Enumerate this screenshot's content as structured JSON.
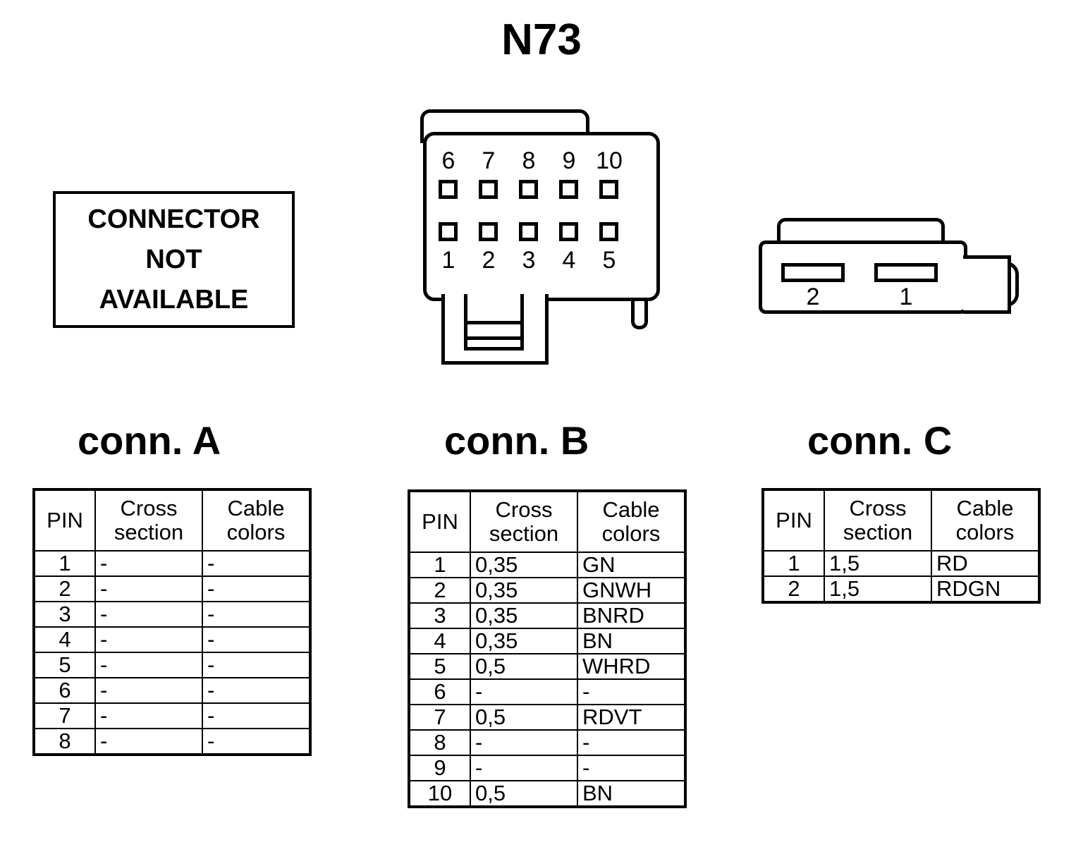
{
  "page": {
    "title": "N73"
  },
  "connector_not_available": {
    "lines": [
      "CONNECTOR",
      "NOT",
      "AVAILABLE"
    ]
  },
  "connector_b_drawing": {
    "top_row_labels": [
      "6",
      "7",
      "8",
      "9",
      "10"
    ],
    "bottom_row_labels": [
      "1",
      "2",
      "3",
      "4",
      "5"
    ],
    "pin_count": 10
  },
  "connector_c_drawing": {
    "slot_labels": [
      "2",
      "1"
    ]
  },
  "headings": {
    "a": "conn. A",
    "b": "conn. B",
    "c": "conn. C"
  },
  "table_headers": {
    "pin": "PIN",
    "cross_section_l1": "Cross",
    "cross_section_l2": "section",
    "cable_colors_l1": "Cable",
    "cable_colors_l2": "colors"
  },
  "tables": {
    "conn_a": {
      "rows": [
        {
          "pin": "1",
          "cross_section": "-",
          "cable_colors": "-"
        },
        {
          "pin": "2",
          "cross_section": "-",
          "cable_colors": "-"
        },
        {
          "pin": "3",
          "cross_section": "-",
          "cable_colors": "-"
        },
        {
          "pin": "4",
          "cross_section": "-",
          "cable_colors": "-"
        },
        {
          "pin": "5",
          "cross_section": "-",
          "cable_colors": "-"
        },
        {
          "pin": "6",
          "cross_section": "-",
          "cable_colors": "-"
        },
        {
          "pin": "7",
          "cross_section": "-",
          "cable_colors": "-"
        },
        {
          "pin": "8",
          "cross_section": "-",
          "cable_colors": "-"
        }
      ]
    },
    "conn_b": {
      "rows": [
        {
          "pin": "1",
          "cross_section": "0,35",
          "cable_colors": "GN"
        },
        {
          "pin": "2",
          "cross_section": "0,35",
          "cable_colors": "GNWH"
        },
        {
          "pin": "3",
          "cross_section": "0,35",
          "cable_colors": "BNRD"
        },
        {
          "pin": "4",
          "cross_section": "0,35",
          "cable_colors": "BN"
        },
        {
          "pin": "5",
          "cross_section": "0,5",
          "cable_colors": "WHRD"
        },
        {
          "pin": "6",
          "cross_section": "-",
          "cable_colors": "-"
        },
        {
          "pin": "7",
          "cross_section": "0,5",
          "cable_colors": "RDVT"
        },
        {
          "pin": "8",
          "cross_section": "-",
          "cable_colors": "-"
        },
        {
          "pin": "9",
          "cross_section": "-",
          "cable_colors": "-"
        },
        {
          "pin": "10",
          "cross_section": "0,5",
          "cable_colors": "BN"
        }
      ]
    },
    "conn_c": {
      "rows": [
        {
          "pin": "1",
          "cross_section": "1,5",
          "cable_colors": "RD"
        },
        {
          "pin": "2",
          "cross_section": "1,5",
          "cable_colors": "RDGN"
        }
      ]
    }
  },
  "colors": {
    "ink": "#000000",
    "background": "#ffffff"
  }
}
